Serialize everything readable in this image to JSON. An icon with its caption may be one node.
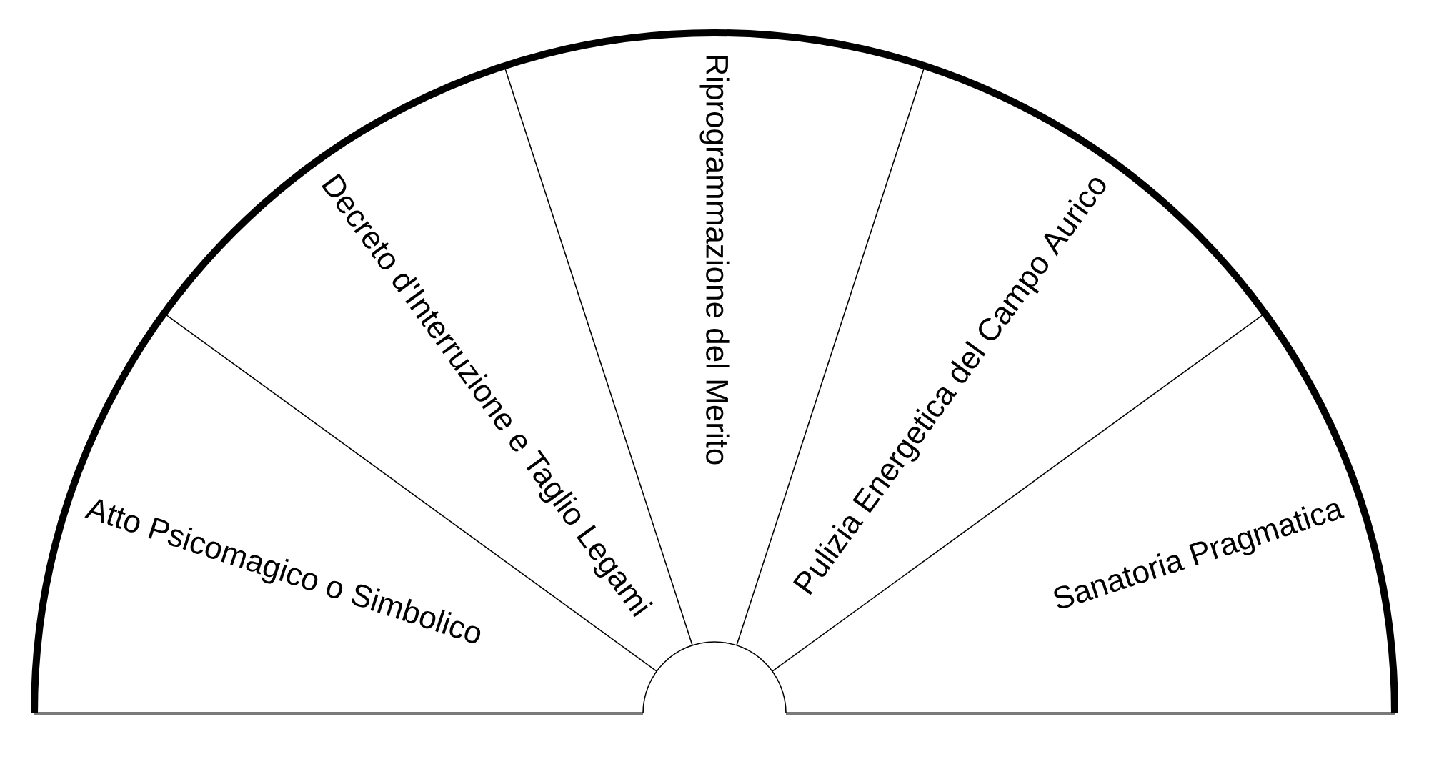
{
  "diagram": {
    "nodes": [
      {
        "text": [
          "Atto Psicomagico o Simbolico"
        ]
      },
      {
        "text": [
          "Decreto d'Interruzione e Taglio Legami"
        ]
      },
      {
        "text": [
          "Riprogrammazione del Merito"
        ]
      },
      {
        "text": [
          "Pulizia Energetica del Campo Aurico"
        ]
      },
      {
        "text": [
          "Sanatoria Pragmatica"
        ]
      }
    ]
  }
}
